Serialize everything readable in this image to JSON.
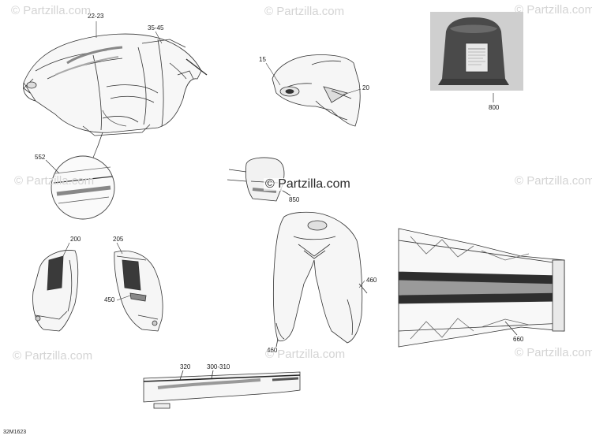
{
  "diagram": {
    "id_label": "32M1623",
    "callouts": {
      "c_22_23": "22-23",
      "c_35_45": "35-45",
      "c_15": "15",
      "c_20": "20",
      "c_800": "800",
      "c_552": "552",
      "c_850": "850",
      "c_200": "200",
      "c_205": "205",
      "c_450": "450",
      "c_460_right": "460",
      "c_460_bottom": "460",
      "c_660": "660",
      "c_320": "320",
      "c_300_310": "300-310"
    },
    "product_label": {
      "line1": "DANGER",
      "line2": "AVERTISSEMENT"
    }
  },
  "watermark": {
    "text": "© Partzilla.com",
    "center_text": "© Partzilla.com"
  }
}
